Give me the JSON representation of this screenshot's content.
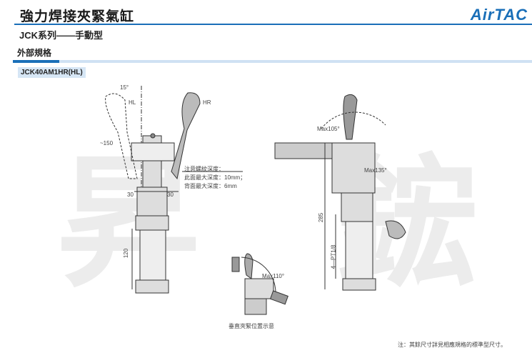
{
  "header": {
    "title": "強力焊接夾緊氣缸",
    "logo": "AirTAC",
    "subtitle": "JCK系列——手動型"
  },
  "section": {
    "title": "外部規格",
    "model": "JCK40AM1HR(HL)"
  },
  "watermark": [
    "昇",
    "鋐"
  ],
  "left_view": {
    "angle": "15°",
    "hl": "HL",
    "hr": "HR",
    "length": "~150",
    "dim_left": "30",
    "dim_right": "30",
    "height": "120",
    "note_title": "注意螺紋深度：",
    "note_front": "此面最大深度：10mm；",
    "note_back": "背面最大深度：6mm"
  },
  "right_view": {
    "max_a": "Max105°",
    "max_b": "Max135°",
    "height": "285",
    "port": "4—PT1/8"
  },
  "small_view": {
    "angle": "Max110°",
    "caption": "垂直夾緊位置示意"
  },
  "footer_note": "注：其餘尺寸詳見相應規格的標準型尺寸。"
}
